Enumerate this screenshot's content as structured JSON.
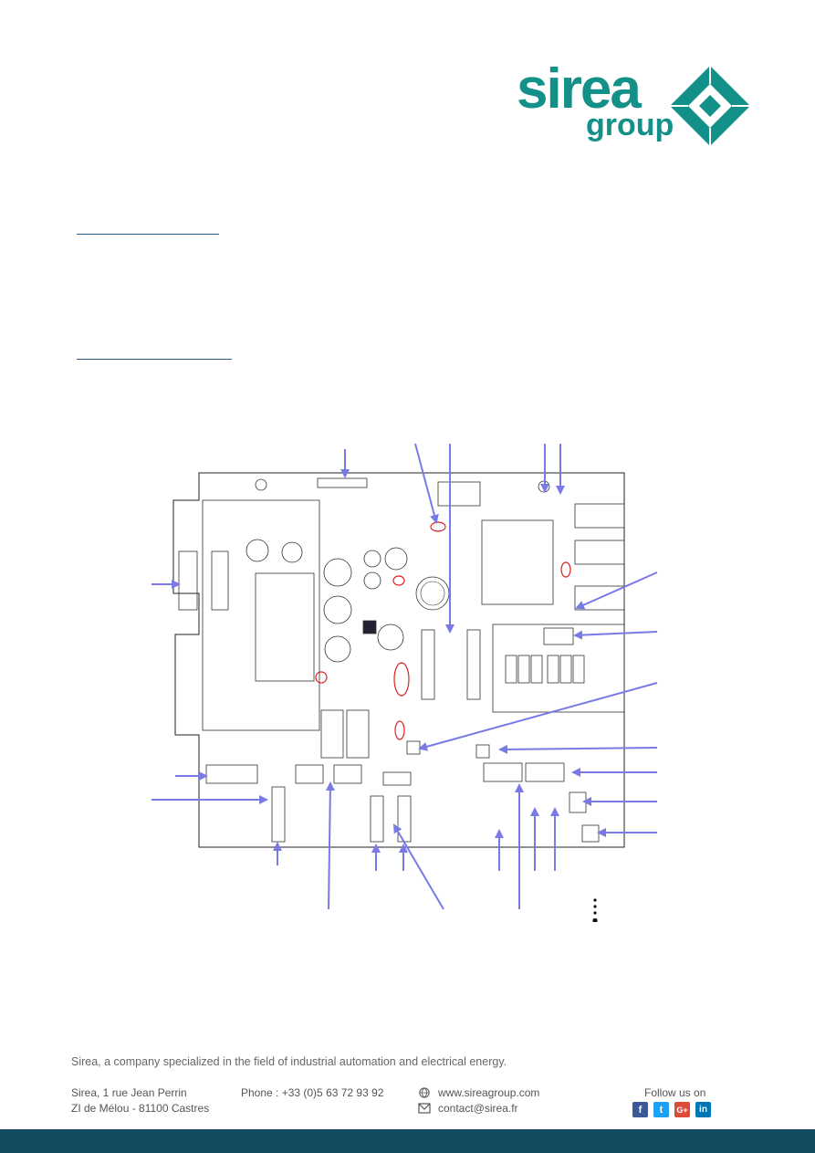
{
  "logo": {
    "word": "sirea",
    "sub": "group"
  },
  "footer": {
    "tagline": "Sirea, a company specialized in the field of industrial automation and electrical energy.",
    "address_line1": "Sirea, 1 rue Jean Perrin",
    "address_line2": "ZI de Mélou - 81100 Castres",
    "phone": "Phone : +33 (0)5 63 72 93 92",
    "website": "www.sireagroup.com",
    "email": "contact@sirea.fr",
    "follow": "Follow us on",
    "social": [
      "f",
      "t",
      "G+",
      "in"
    ]
  },
  "colors": {
    "brand": "#139088",
    "arrow": "#7a7ae6",
    "bar": "#124a60"
  }
}
